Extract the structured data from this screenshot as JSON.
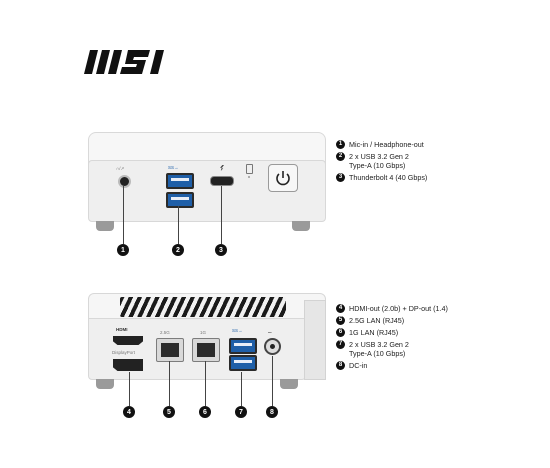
{
  "brand": {
    "logo_text": "MSI"
  },
  "front": {
    "labels": {
      "audio": "∩/↗",
      "usb": "SS→"
    },
    "callouts": [
      "1",
      "2",
      "3"
    ]
  },
  "rear": {
    "labels": {
      "hdmi": "HDMI",
      "displayport": "DisplayPort",
      "lan25": "2.5G",
      "lan1": "1G",
      "usb": "SS→",
      "dc": "⎓"
    },
    "callouts": [
      "4",
      "5",
      "6",
      "7",
      "8"
    ]
  },
  "legend_front": [
    {
      "num": "1",
      "text": "Mic-in / Headphone-out"
    },
    {
      "num": "2",
      "text": "2 x USB 3.2 Gen 2\nType-A (10 Gbps)"
    },
    {
      "num": "3",
      "text": "Thunderbolt 4 (40 Gbps)"
    }
  ],
  "legend_rear": [
    {
      "num": "4",
      "text": "HDMI-out (2.0b) + DP-out (1.4)"
    },
    {
      "num": "5",
      "text": "2.5G LAN (RJ45)"
    },
    {
      "num": "6",
      "text": "1G LAN (RJ45)"
    },
    {
      "num": "7",
      "text": "2 x USB 3.2 Gen 2\nType-A (10 Gbps)"
    },
    {
      "num": "8",
      "text": "DC-in"
    }
  ],
  "colors": {
    "usb_blue": "#1f5fa8",
    "callout": "#111111",
    "chassis": "#efefef"
  }
}
